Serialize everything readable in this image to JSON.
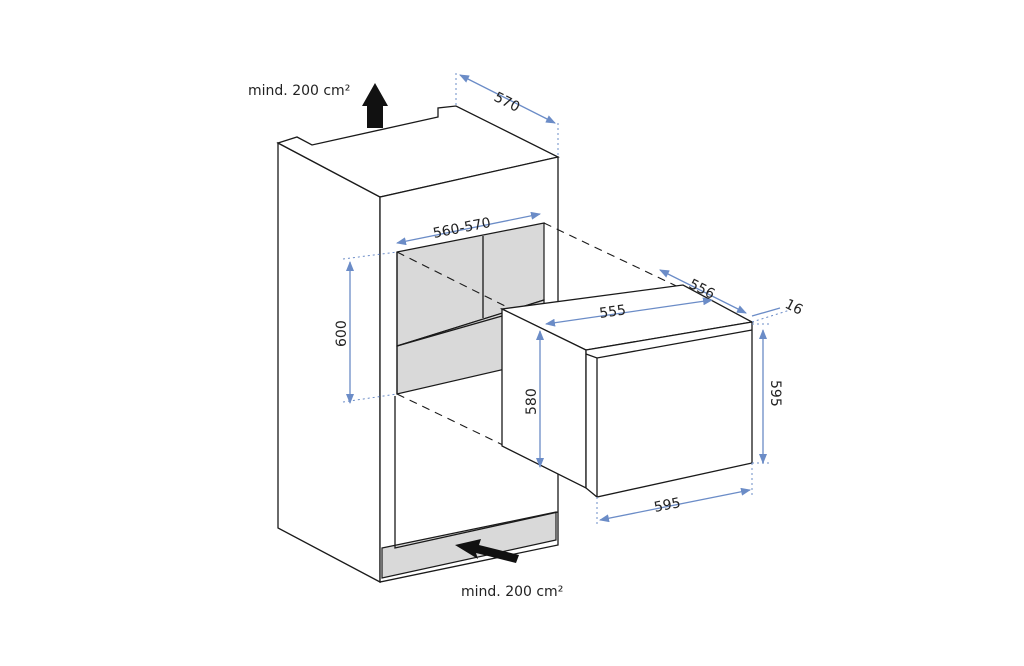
{
  "vent_top_label": "mind. 200 cm²",
  "vent_bottom_label": "mind. 200 cm²",
  "dimensions": {
    "cabinet_depth": "570",
    "niche_width": "560-570",
    "niche_height": "600",
    "appliance_depth": "556",
    "appliance_width": "555",
    "door_thickness": "16",
    "appliance_height": "580",
    "front_height": "595",
    "front_width": "595"
  },
  "colors": {
    "dimension_line": "#6b8cc7",
    "outline": "#1a1a1a",
    "cavity_fill": "#d9d9d9"
  }
}
